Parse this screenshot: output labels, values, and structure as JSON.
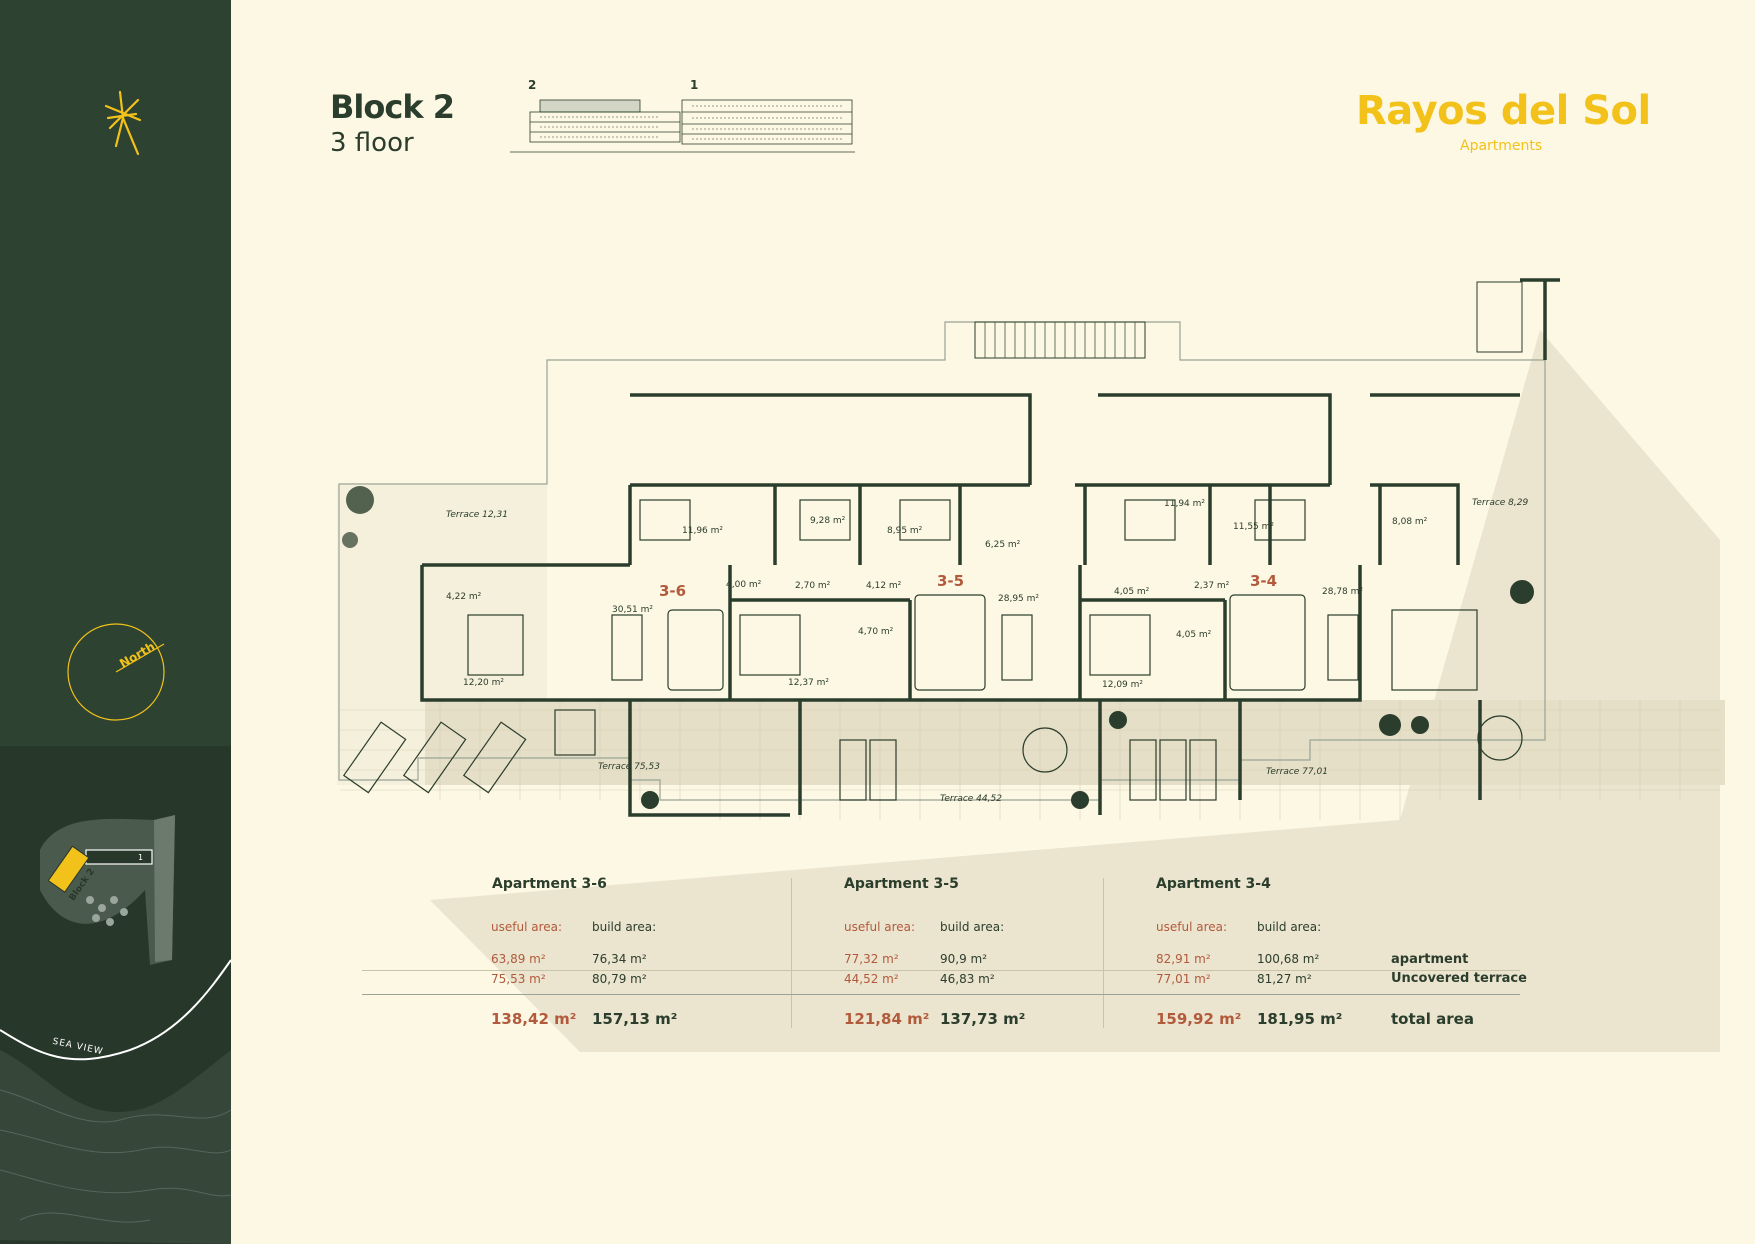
{
  "header": {
    "block": "Block 2",
    "floor": "3 floor",
    "elevation_labels": [
      "2",
      "1"
    ],
    "brand": "Rayos del Sol",
    "brand_sub": "Apartments"
  },
  "sidebar": {
    "north": "North",
    "block_tag": "Block 2",
    "block_num": "1",
    "sea_view": "SEA VIEW"
  },
  "plan": {
    "rooms": [
      "11,96 m²",
      "9,28 m²",
      "8,95 m²",
      "6,25 m²",
      "11,94 m²",
      "11,55 m²",
      "8,08 m²",
      "4,22 m²",
      "30,51 m²",
      "4,00 m²",
      "2,70 m²",
      "4,12 m²",
      "28,95 m²",
      "4,05 m²",
      "2,37 m²",
      "28,78 m²",
      "4,70 m²",
      "4,05 m²",
      "12,20 m²",
      "12,37 m²",
      "12,09 m²"
    ],
    "apartments": [
      "3-6",
      "3-5",
      "3-4"
    ],
    "terraces": [
      "Terrace 12,31",
      "Terrace 8,29",
      "Terrace 75,53",
      "Terrace 44,52",
      "Terrace 77,01"
    ]
  },
  "table": {
    "useful_label": "useful area:",
    "build_label": "build area:",
    "row_labels": [
      "apartment",
      "Uncovered terrace",
      "total area"
    ],
    "apartments": [
      {
        "name": "Apartment 3-6",
        "useful_apt": "63,89 m²",
        "build_apt": "76,34 m²",
        "useful_terr": "75,53 m²",
        "build_terr": "80,79 m²",
        "useful_total": "138,42 m²",
        "build_total": "157,13 m²"
      },
      {
        "name": "Apartment 3-5",
        "useful_apt": "77,32 m²",
        "build_apt": "90,9 m²",
        "useful_terr": "44,52 m²",
        "build_terr": "46,83 m²",
        "useful_total": "121,84 m²",
        "build_total": "137,73 m²"
      },
      {
        "name": "Apartment 3-4",
        "useful_apt": "82,91 m²",
        "build_apt": "100,68 m²",
        "useful_terr": "77,01 m²",
        "build_terr": "81,27 m²",
        "useful_total": "159,92 m²",
        "build_total": "181,95 m²"
      }
    ]
  },
  "colors": {
    "dark_green": "#2b3d2c",
    "yellow": "#f2c21b",
    "terracotta": "#b25a3c",
    "cream": "#fdf8e4"
  }
}
